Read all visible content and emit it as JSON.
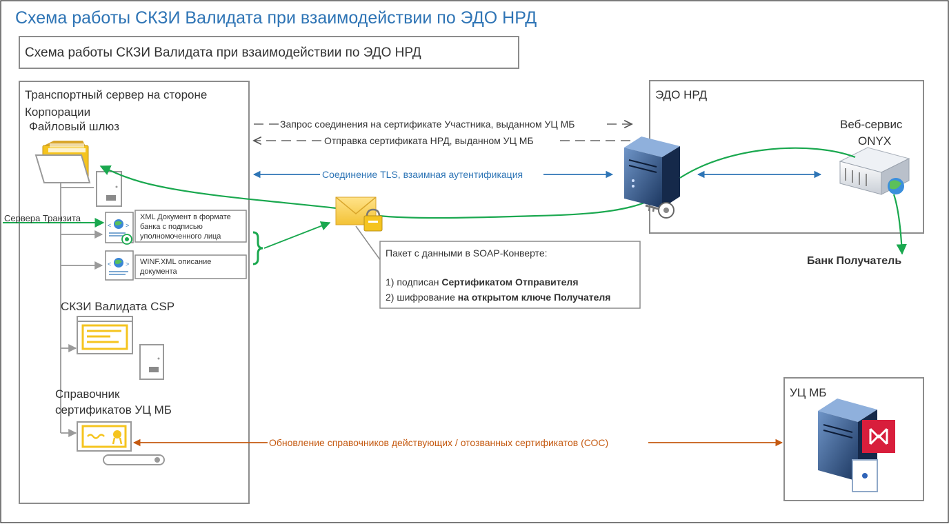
{
  "slide_title": "Схема работы СКЗИ Валидата при взаимодействии по ЭДО НРД",
  "header_box_text": "Схема работы СКЗИ Валидата при взаимодействии по ЭДО НРД",
  "left_panel": {
    "title_line1": "Транспортный сервер на стороне",
    "title_line2": "Корпорации",
    "file_gateway": "Файловый шлюз",
    "transit_label": "Сервера Транзита",
    "xml_doc_line1": "XML Документ в формате",
    "xml_doc_line2": "банка с подписью",
    "xml_doc_line3": "уполномоченного лица",
    "winf_line1": "WINF.XML описание",
    "winf_line2": "документа",
    "skzi": "СКЗИ Валидата CSP",
    "directory_line1": "Справочник",
    "directory_line2": "сертификатов УЦ МБ"
  },
  "arrows": {
    "connection_request": "Запрос соединения на сертификате Участника, выданном УЦ МБ",
    "cert_send": "Отправка сертификата НРД, выданном УЦ МБ",
    "tls": "Соединение TLS, взаимная аутентификация",
    "update": "Обновление справочников действующих / отозванных сертификатов (СОС)"
  },
  "packet_callout": {
    "title": "Пакет с данными в SOAP-Конверте:",
    "line1_prefix": "1) подписан ",
    "line1_bold": "Сертификатом Отправителя",
    "line2_prefix": "2) шифрование ",
    "line2_bold": "на открытом ключе Получателя"
  },
  "edo_panel": {
    "title": "ЭДО НРД",
    "web_service_line1": "Веб-сервис",
    "web_service_line2": "ONYX"
  },
  "bank_receiver": "Банк Получатель",
  "uc_panel": {
    "title": "УЦ МБ"
  },
  "colors": {
    "title_blue": "#2e74b5",
    "green": "#1aa84f",
    "blue_arrow": "#2e75b6",
    "orange_arrow": "#c55a11",
    "folder_yellow": "#f5c41f",
    "server_dark": "#1f3f6e",
    "moex_red": "#d81e3c"
  },
  "icons": [
    "folder-icon",
    "document-icon",
    "envelope-lock-icon",
    "server-key-icon",
    "rack-server-globe-icon",
    "certificate-icon",
    "moex-logo-icon"
  ]
}
